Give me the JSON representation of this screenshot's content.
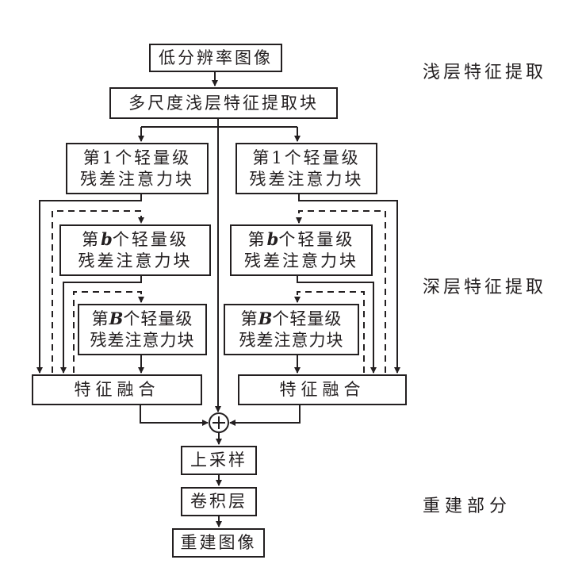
{
  "stages": {
    "shallow": "浅层特征提取",
    "deep": "深层特征提取",
    "reconstruct": "重建部分"
  },
  "nodes": {
    "input": "低分辨率图像",
    "shallow_block": "多尺度浅层特征提取块",
    "branch_left": {
      "block1": {
        "prefix": "第",
        "index": "1",
        "suffix": "个轻量级",
        "line2": "残差注意力块"
      },
      "blockb": {
        "prefix": "第",
        "index": "b",
        "suffix": "个轻量级",
        "line2": "残差注意力块"
      },
      "blockB": {
        "prefix": "第",
        "index": "B",
        "suffix": "个轻量级",
        "line2": "残差注意力块"
      },
      "fusion": "特征融合"
    },
    "branch_right": {
      "block1": {
        "prefix": "第",
        "index": "1",
        "suffix": "个轻量级",
        "line2": "残差注意力块"
      },
      "blockb": {
        "prefix": "第",
        "index": "b",
        "suffix": "个轻量级",
        "line2": "残差注意力块"
      },
      "blockB": {
        "prefix": "第",
        "index": "B",
        "suffix": "个轻量级",
        "line2": "残差注意力块"
      },
      "fusion": "特征融合"
    },
    "add": "+",
    "upsample": "上采样",
    "conv": "卷积层",
    "output": "重建图像"
  }
}
